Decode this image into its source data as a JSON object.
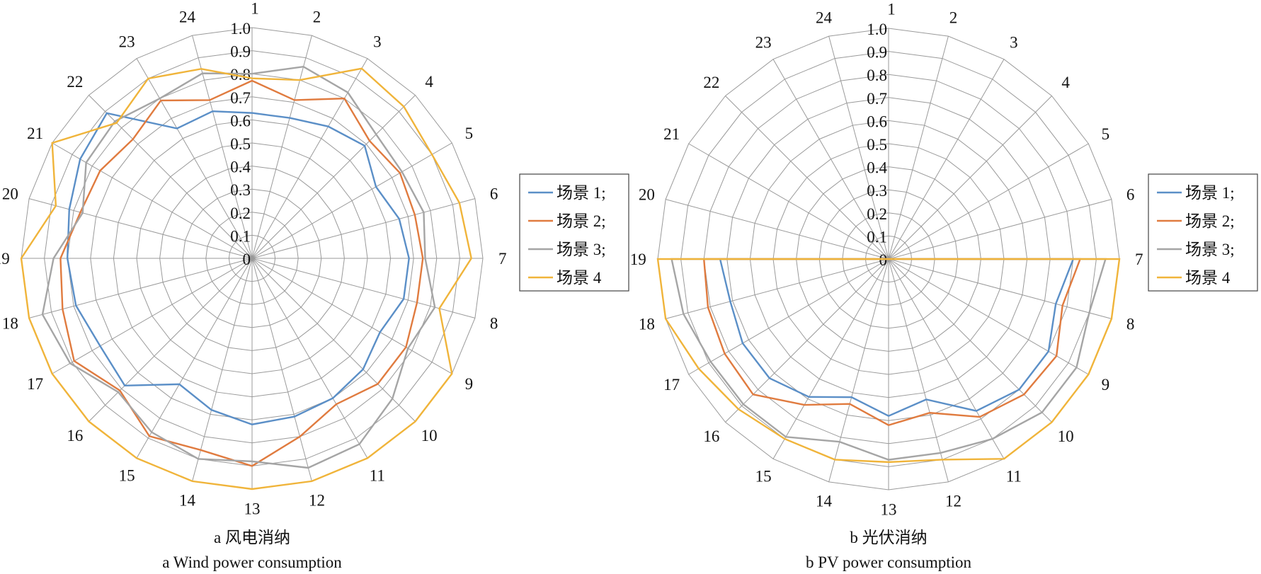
{
  "chart_data": [
    {
      "type": "radar",
      "caption_cn": "a  风电消纳",
      "caption_en": "a  Wind power consumption",
      "categories": [
        "1",
        "2",
        "3",
        "4",
        "5",
        "6",
        "7",
        "8",
        "9",
        "10",
        "11",
        "12",
        "13",
        "14",
        "15",
        "16",
        "17",
        "18",
        "19",
        "20",
        "21",
        "22",
        "23",
        "24"
      ],
      "radial_ticks": [
        "0",
        "0.1",
        "0.2",
        "0.3",
        "0.4",
        "0.5",
        "0.6",
        "0.7",
        "0.8",
        "0.9",
        "1.0"
      ],
      "rlim": [
        0,
        1.0
      ],
      "grid": true,
      "legend_position": "right",
      "series": [
        {
          "name": "场景 1;",
          "color": "#5b8fc7",
          "values": [
            0.63,
            0.63,
            0.66,
            0.69,
            0.62,
            0.66,
            0.68,
            0.68,
            0.64,
            0.68,
            0.7,
            0.71,
            0.72,
            0.68,
            0.63,
            0.78,
            0.76,
            0.79,
            0.8,
            0.82,
            0.86,
            0.89,
            0.65,
            0.66
          ]
        },
        {
          "name": "场景 2;",
          "color": "#e07b3f",
          "values": [
            0.77,
            0.71,
            0.8,
            0.72,
            0.74,
            0.73,
            0.74,
            0.74,
            0.77,
            0.77,
            0.73,
            0.8,
            0.9,
            0.86,
            0.89,
            0.81,
            0.89,
            0.85,
            0.83,
            0.77,
            0.76,
            0.73,
            0.79,
            0.71
          ]
        },
        {
          "name": "场景 3;",
          "color": "#a5a5a5",
          "values": [
            0.8,
            0.86,
            0.83,
            0.76,
            0.75,
            0.77,
            0.75,
            0.82,
            0.78,
            0.86,
            0.93,
            0.94,
            0.88,
            0.9,
            0.87,
            0.82,
            0.91,
            0.94,
            0.86,
            0.76,
            0.83,
            0.84,
            0.8,
            0.83
          ]
        },
        {
          "name": "场景 4",
          "color": "#f0b43a",
          "values": [
            0.78,
            0.8,
            0.95,
            0.93,
            0.9,
            0.93,
            0.95,
            0.84,
            1.0,
            1.0,
            1.0,
            1.0,
            1.0,
            1.0,
            1.0,
            1.0,
            1.0,
            1.0,
            1.0,
            0.88,
            1.0,
            0.83,
            0.9,
            0.85
          ]
        }
      ]
    },
    {
      "type": "radar",
      "caption_cn": "b  光伏消纳",
      "caption_en": "b  PV power consumption",
      "categories": [
        "1",
        "2",
        "3",
        "4",
        "5",
        "6",
        "7",
        "8",
        "9",
        "10",
        "11",
        "12",
        "13",
        "14",
        "15",
        "16",
        "17",
        "18",
        "19",
        "20",
        "21",
        "22",
        "23",
        "24"
      ],
      "radial_ticks": [
        "0",
        "0.1",
        "0.2",
        "0.3",
        "0.4",
        "0.5",
        "0.6",
        "0.7",
        "0.8",
        "0.9",
        "1.0"
      ],
      "rlim": [
        0,
        1.0
      ],
      "grid": true,
      "legend_position": "right",
      "series": [
        {
          "name": "场景 1;",
          "color": "#5b8fc7",
          "values": [
            0,
            0,
            0,
            0,
            0,
            0,
            0.8,
            0.75,
            0.8,
            0.8,
            0.76,
            0.63,
            0.68,
            0.62,
            0.69,
            0.73,
            0.73,
            0.71,
            0.73,
            0,
            0,
            0,
            0,
            0
          ]
        },
        {
          "name": "场景 2;",
          "color": "#e07b3f",
          "values": [
            0,
            0,
            0,
            0,
            0,
            0,
            0.83,
            0.78,
            0.84,
            0.83,
            0.79,
            0.69,
            0.72,
            0.65,
            0.73,
            0.83,
            0.82,
            0.81,
            0.8,
            0,
            0,
            0,
            0,
            0
          ]
        },
        {
          "name": "场景 3;",
          "color": "#a5a5a5",
          "values": [
            0,
            0,
            0,
            0,
            0,
            0,
            0.94,
            0.9,
            0.94,
            0.94,
            0.9,
            0.87,
            0.87,
            0.82,
            0.89,
            0.89,
            0.89,
            0.92,
            0.94,
            0,
            0,
            0,
            0,
            0
          ]
        },
        {
          "name": "场景 4",
          "color": "#f0b43a",
          "values": [
            0,
            0,
            0,
            0,
            0,
            0,
            1.0,
            1.0,
            1.0,
            1.0,
            1.0,
            0.9,
            0.88,
            0.9,
            0.9,
            0.92,
            0.95,
            1.0,
            1.0,
            0,
            0,
            0,
            0,
            0
          ]
        }
      ]
    }
  ]
}
